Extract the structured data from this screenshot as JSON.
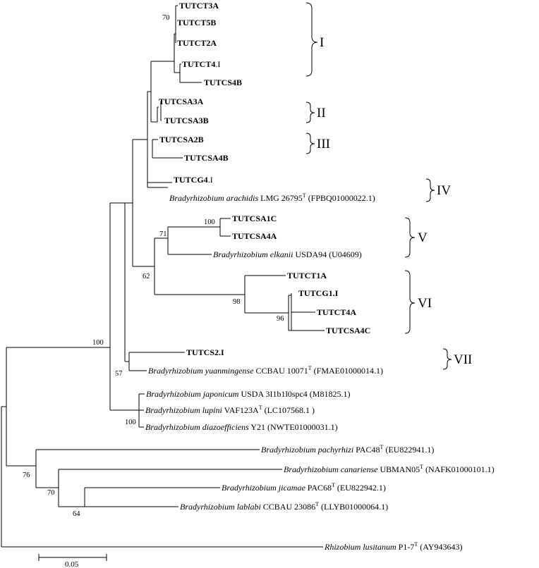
{
  "taxa": [
    {
      "id": "t1",
      "parts": [
        {
          "t": "TUTCT3A",
          "s": "b"
        }
      ]
    },
    {
      "id": "t2",
      "parts": [
        {
          "t": "TUTCT5B",
          "s": "b"
        }
      ]
    },
    {
      "id": "t3",
      "parts": [
        {
          "t": "TUTCT2A",
          "s": "b"
        }
      ]
    },
    {
      "id": "t4",
      "parts": [
        {
          "t": "TUTCT4",
          "s": "b"
        },
        {
          "t": ".I",
          "s": "n"
        }
      ]
    },
    {
      "id": "t5",
      "parts": [
        {
          "t": "TUTCS4B",
          "s": "b"
        }
      ]
    },
    {
      "id": "t6",
      "parts": [
        {
          "t": "TUTCSA3A",
          "s": "b"
        }
      ]
    },
    {
      "id": "t7",
      "parts": [
        {
          "t": "TUTCSA3B",
          "s": "b"
        }
      ]
    },
    {
      "id": "t8",
      "parts": [
        {
          "t": "TUTCSA2B",
          "s": "b"
        }
      ]
    },
    {
      "id": "t9",
      "parts": [
        {
          "t": "TUTCSA4B",
          "s": "b"
        }
      ]
    },
    {
      "id": "t10",
      "parts": [
        {
          "t": "TUTCG4",
          "s": "b"
        },
        {
          "t": ".I",
          "s": "n"
        }
      ]
    },
    {
      "id": "t11",
      "parts": [
        {
          "t": "Bradyrhizobium arachidis",
          "s": "i"
        },
        {
          "t": " LMG 26795",
          "s": "n"
        },
        {
          "t": "T",
          "s": "sup"
        },
        {
          "t": " (FPBQ01000022.1)",
          "s": "n"
        }
      ]
    },
    {
      "id": "t12",
      "parts": [
        {
          "t": "TUTCSA1C",
          "s": "b"
        }
      ]
    },
    {
      "id": "t13",
      "parts": [
        {
          "t": "TUTCSA4A",
          "s": "b"
        }
      ]
    },
    {
      "id": "t14",
      "parts": [
        {
          "t": "Bradyrhizobium elkanii",
          "s": "i"
        },
        {
          "t": " USDA94 (U04609)",
          "s": "n"
        }
      ]
    },
    {
      "id": "t15",
      "parts": [
        {
          "t": "TUTCT1A",
          "s": "b"
        }
      ]
    },
    {
      "id": "t16",
      "parts": [
        {
          "t": "TUTCG1.I",
          "s": "b"
        }
      ]
    },
    {
      "id": "t17",
      "parts": [
        {
          "t": "TUTCT4A",
          "s": "b"
        }
      ]
    },
    {
      "id": "t18",
      "parts": [
        {
          "t": "TUTCSA4C",
          "s": "b"
        }
      ]
    },
    {
      "id": "t19",
      "parts": [
        {
          "t": "TUTCS2.I",
          "s": "b"
        }
      ]
    },
    {
      "id": "t20",
      "parts": [
        {
          "t": "Bradyrhizobium yuanmingense",
          "s": "i"
        },
        {
          "t": " CCBAU 10071",
          "s": "n"
        },
        {
          "t": "T",
          "s": "sup"
        },
        {
          "t": " (FMAE01000014.1)",
          "s": "n"
        }
      ]
    },
    {
      "id": "t21",
      "parts": [
        {
          "t": "Bradyrhizobium japonicum",
          "s": "i"
        },
        {
          "t": " USDA 3I1b1l0spc4 (M81825.1)",
          "s": "n"
        }
      ]
    },
    {
      "id": "t22",
      "parts": [
        {
          "t": "Bradyrhizobium lupini",
          "s": "i"
        },
        {
          "t": " VAF123A",
          "s": "n"
        },
        {
          "t": "T",
          "s": "sup"
        },
        {
          "t": " (LC107568.1 )",
          "s": "n"
        }
      ]
    },
    {
      "id": "t23",
      "parts": [
        {
          "t": "Bradyrhizobium diazoefficiens",
          "s": "i"
        },
        {
          "t": " Y21 (NWTE01000031.1)",
          "s": "n"
        }
      ]
    },
    {
      "id": "t24",
      "parts": [
        {
          "t": "Bradyrhizobium pachyrhizi",
          "s": "i"
        },
        {
          "t": " PAC48",
          "s": "n"
        },
        {
          "t": "T",
          "s": "sup"
        },
        {
          "t": " (EU822941.1)",
          "s": "n"
        }
      ]
    },
    {
      "id": "t25",
      "parts": [
        {
          "t": "Bradyrhizobium canariense",
          "s": "i"
        },
        {
          "t": " UBMAN05",
          "s": "n"
        },
        {
          "t": "T",
          "s": "sup"
        },
        {
          "t": " (NAFK01000101.1)",
          "s": "n"
        }
      ]
    },
    {
      "id": "t26",
      "parts": [
        {
          "t": "Bradyrhizobium jicamae",
          "s": "i"
        },
        {
          "t": " PAC68",
          "s": "n"
        },
        {
          "t": "T",
          "s": "sup"
        },
        {
          "t": " (EU822942.1)",
          "s": "n"
        }
      ]
    },
    {
      "id": "t27",
      "parts": [
        {
          "t": "Bradyrhizobium lablabi",
          "s": "i"
        },
        {
          "t": " CCBAU 23086",
          "s": "n"
        },
        {
          "t": "T",
          "s": "sup"
        },
        {
          "t": " (LLYB01000064.1)",
          "s": "n"
        }
      ]
    },
    {
      "id": "t28",
      "parts": [
        {
          "t": "Rhizobium lusitanum",
          "s": "i"
        },
        {
          "t": " P1-7",
          "s": "n"
        },
        {
          "t": "T",
          "s": "sup"
        },
        {
          "t": " (AY943643)",
          "s": "n"
        }
      ]
    }
  ],
  "bootstrap": [
    {
      "id": "n-ct",
      "value": "70"
    },
    {
      "id": "n-sa1c",
      "value": "100"
    },
    {
      "id": "n-elk",
      "value": "71"
    },
    {
      "id": "n-v-vi",
      "value": "62"
    },
    {
      "id": "n-vi",
      "value": "98"
    },
    {
      "id": "n-ct4a",
      "value": "96"
    },
    {
      "id": "n-main",
      "value": "100"
    },
    {
      "id": "n-vii",
      "value": "57"
    },
    {
      "id": "n-jap",
      "value": "100"
    },
    {
      "id": "n-out",
      "value": "76"
    },
    {
      "id": "n-jic",
      "value": "70"
    },
    {
      "id": "n-lab",
      "value": "64"
    }
  ],
  "groups": [
    {
      "id": "I",
      "label": "I"
    },
    {
      "id": "II",
      "label": "II"
    },
    {
      "id": "III",
      "label": "III"
    },
    {
      "id": "IV",
      "label": "IV"
    },
    {
      "id": "V",
      "label": "V"
    },
    {
      "id": "VI",
      "label": "VI"
    },
    {
      "id": "VII",
      "label": "VII"
    }
  ],
  "scale_bar": {
    "label": "0.05"
  }
}
